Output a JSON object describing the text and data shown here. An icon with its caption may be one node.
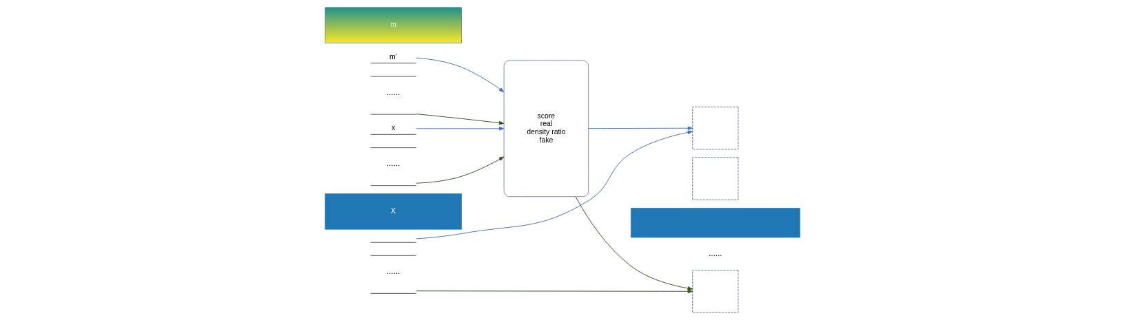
{
  "diagram": {
    "nodes": [
      {
        "text": [
          "m"
        ]
      },
      {
        "text": [
          "m’"
        ]
      },
      {
        "text": [],
        "shape": "brace"
      },
      {
        "text": [],
        "shape": "brace"
      },
      {
        "text": [
          "x"
        ]
      },
      {
        "text": [],
        "shape": "brace"
      },
      {
        "text": [],
        "shape": "brace"
      },
      {
        "text": [
          "X"
        ]
      },
      {
        "text": [],
        "shape": "brace"
      },
      {
        "text": [],
        "shape": "brace"
      },
      {
        "text": [],
        "shape": "brace"
      },
      {
        "text": [
          "score",
          "real",
          "density ratio",
          "fake"
        ]
      },
      {
        "text": [],
        "shape": "bar"
      },
      {
        "text": [],
        "shape": "box"
      },
      {
        "text": [],
        "shape": "box"
      },
      {
        "text": [],
        "shape": "box"
      }
    ],
    "edges": [
      {
        "from": 1,
        "to": 11,
        "arrow": "to",
        "color": "#4472c4"
      },
      {
        "from": 4,
        "to": 11,
        "arrow": "to",
        "color": "#4472c4"
      },
      {
        "from": 3,
        "to": 11,
        "arrow": "to",
        "color": "#375623"
      },
      {
        "from": 6,
        "to": 11,
        "arrow": "to",
        "color": "#375623"
      },
      {
        "from": 11,
        "to": 13,
        "arrow": "to",
        "color": "#4472c4"
      },
      {
        "from": 8,
        "to": 13,
        "arrow": "to",
        "color": "#4472c4"
      },
      {
        "from": 11,
        "to": 15,
        "arrow": "to",
        "color": "#375623"
      },
      {
        "from": 10,
        "to": 15,
        "arrow": "to",
        "color": "#375623"
      }
    ],
    "labels": [
      "......",
      "......",
      "......",
      "......"
    ]
  }
}
